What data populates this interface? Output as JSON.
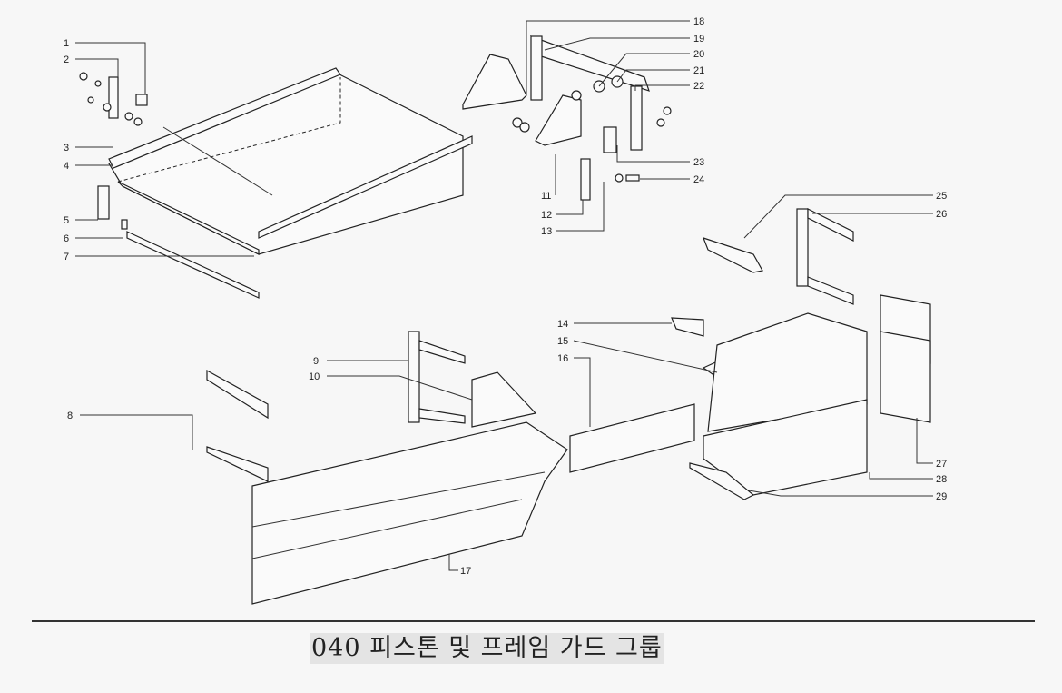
{
  "title": "040 피스톤 및 프레임 가드 그룹",
  "callouts": [
    "1",
    "2",
    "3",
    "4",
    "5",
    "6",
    "7",
    "8",
    "9",
    "10",
    "11",
    "12",
    "13",
    "14",
    "15",
    "16",
    "17",
    "18",
    "19",
    "20",
    "21",
    "22",
    "23",
    "24",
    "25",
    "26",
    "27",
    "28",
    "29"
  ]
}
